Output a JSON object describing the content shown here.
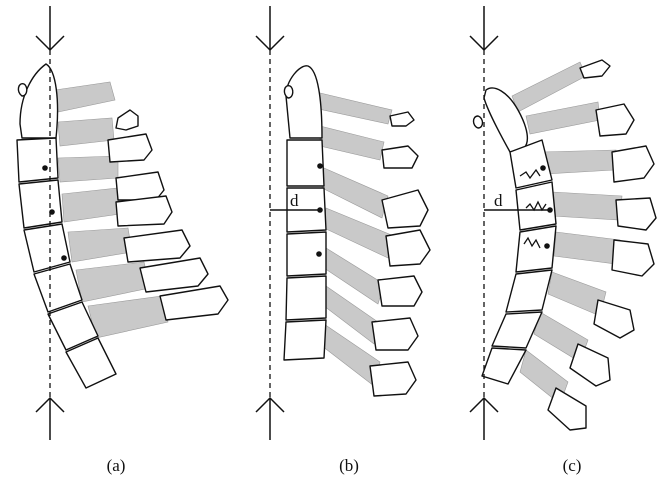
{
  "panels": [
    {
      "id": "a",
      "label": "(a)",
      "distance_label": ""
    },
    {
      "id": "b",
      "label": "(b)",
      "distance_label": "d"
    },
    {
      "id": "c",
      "label": "(c)",
      "distance_label": "d"
    }
  ],
  "colors": {
    "line": "#111111",
    "soft_tissue": "#c9c9c9",
    "bone_fill": "#ffffff"
  }
}
